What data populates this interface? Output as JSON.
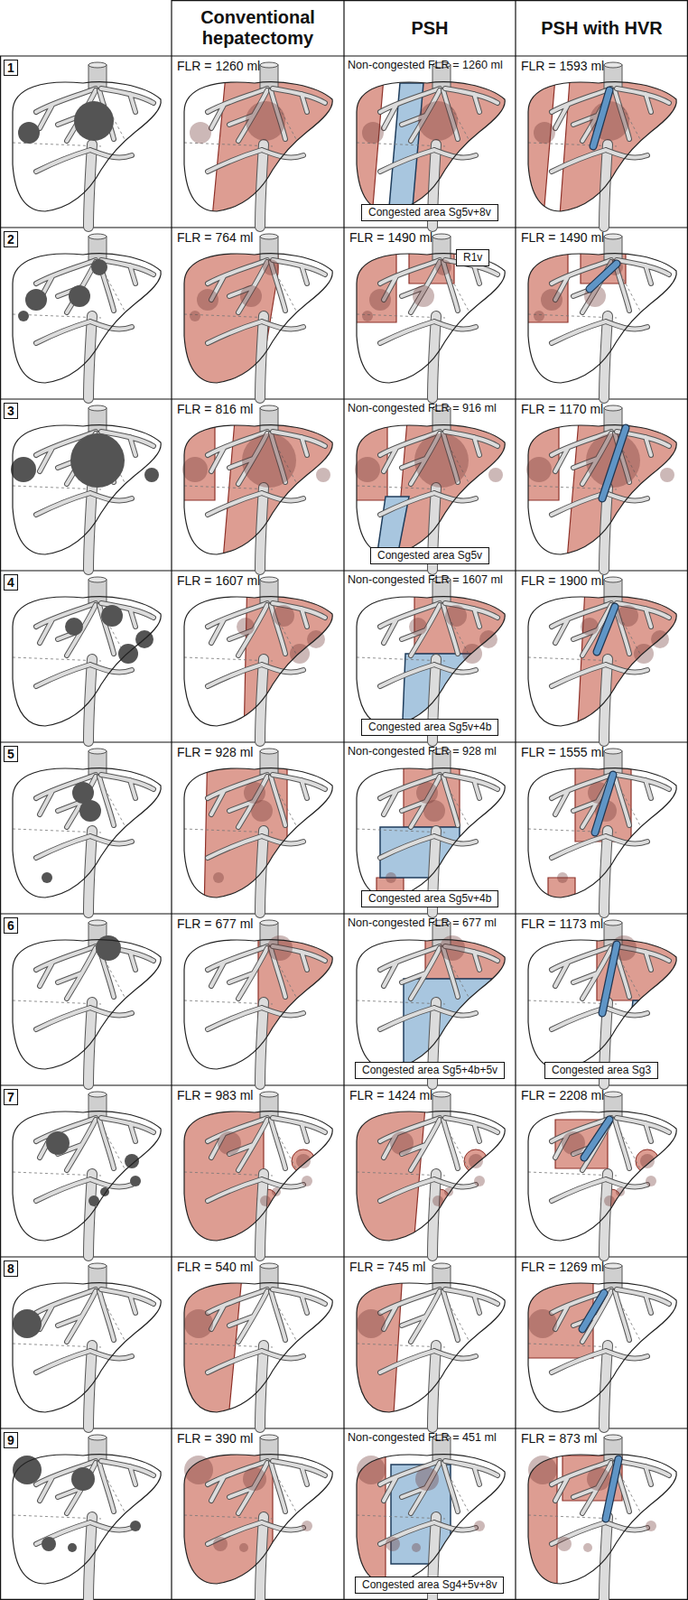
{
  "diagram": {
    "nodes": [
      {
        "text": [
          "1"
        ]
      },
      {
        "text": [
          "Congested area Sg5v+8v"
        ]
      },
      {
        "text": [
          "2"
        ]
      },
      {
        "text": [
          "R1v"
        ]
      },
      {
        "text": [
          "3"
        ]
      },
      {
        "text": [
          "Congested area Sg5v"
        ]
      },
      {
        "text": [
          "4"
        ]
      },
      {
        "text": [
          "Congested area Sg5v+4b"
        ]
      },
      {
        "text": [
          "5"
        ]
      },
      {
        "text": [
          "Congested area Sg5v+4b"
        ]
      },
      {
        "text": [
          "6"
        ]
      },
      {
        "text": [
          "Congested area Sg5+4b+5v"
        ]
      },
      {
        "text": [
          "Congested area Sg3"
        ]
      },
      {
        "text": [
          "7"
        ]
      },
      {
        "text": [
          "8"
        ]
      },
      {
        "text": [
          "9"
        ]
      },
      {
        "text": [
          "Congested area Sg4+5v+8v"
        ]
      }
    ],
    "labels": [
      "Conventional hepatectomy",
      "PSH",
      "PSH with HVR",
      "FLR = 1260 ml",
      "Non-congested FLR = 1260 ml",
      "FLR = 1593 ml",
      "FLR = 764 ml",
      "FLR = 1490 ml",
      "FLR = 1490 ml",
      "FLR = 816 ml",
      "Non-congested FLR = 916 ml",
      "FLR = 1170 ml",
      "FLR = 1607 ml",
      "Non-congested FLR = 1607 ml",
      "FLR = 1900 ml",
      "FLR = 928 ml",
      "Non-congested FLR = 928 ml",
      "FLR = 1555 ml",
      "FLR = 677 ml",
      "Non-congested FLR = 677 ml",
      "FLR = 1173 ml",
      "FLR = 983 ml",
      "FLR = 1424 ml",
      "FLR = 2208 ml",
      "FLR = 540 ml",
      "FLR = 745 ml",
      "FLR = 1269 ml",
      "FLR = 390 ml",
      "Non-congested FLR = 451 ml",
      "FLR = 873 ml"
    ]
  }
}
